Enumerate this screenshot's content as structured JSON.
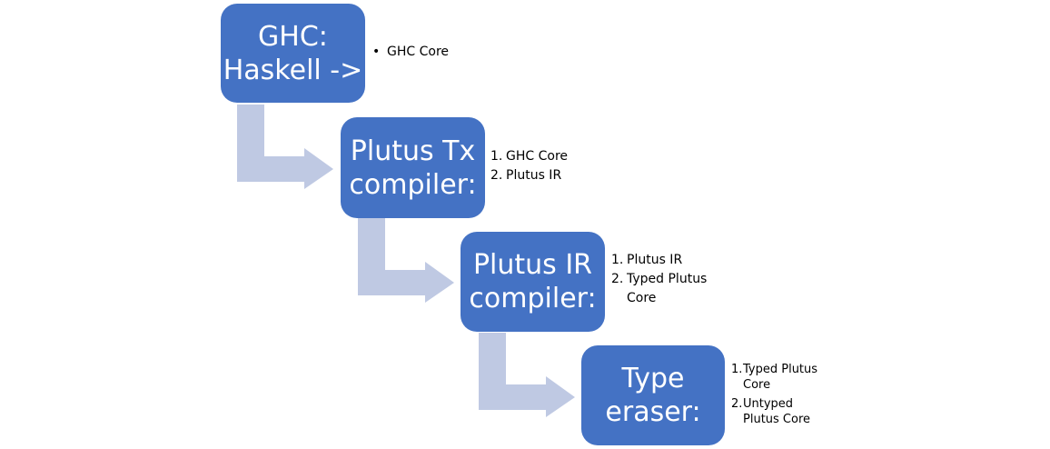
{
  "diagram": {
    "colors": {
      "box": "#4472c4",
      "arrow": "#bfc9e3",
      "box_text": "#ffffff",
      "note_text": "#000000"
    },
    "steps": [
      {
        "title_lines": [
          "GHC:",
          "Haskell ->"
        ],
        "notes_style": "bullet",
        "notes": [
          "GHC Core"
        ]
      },
      {
        "title_lines": [
          "Plutus Tx",
          "compiler:"
        ],
        "notes_style": "numbered",
        "notes": [
          "GHC Core",
          "Plutus IR"
        ]
      },
      {
        "title_lines": [
          "Plutus IR",
          "compiler:"
        ],
        "notes_style": "numbered",
        "notes": [
          "Plutus IR",
          "Typed Plutus Core"
        ]
      },
      {
        "title_lines": [
          "Type",
          "eraser:"
        ],
        "notes_style": "numbered",
        "notes": [
          "Typed Plutus Core",
          "Untyped Plutus Core"
        ]
      }
    ],
    "markers": {
      "bullet": "•",
      "numbered": [
        "1.",
        "2."
      ]
    }
  }
}
